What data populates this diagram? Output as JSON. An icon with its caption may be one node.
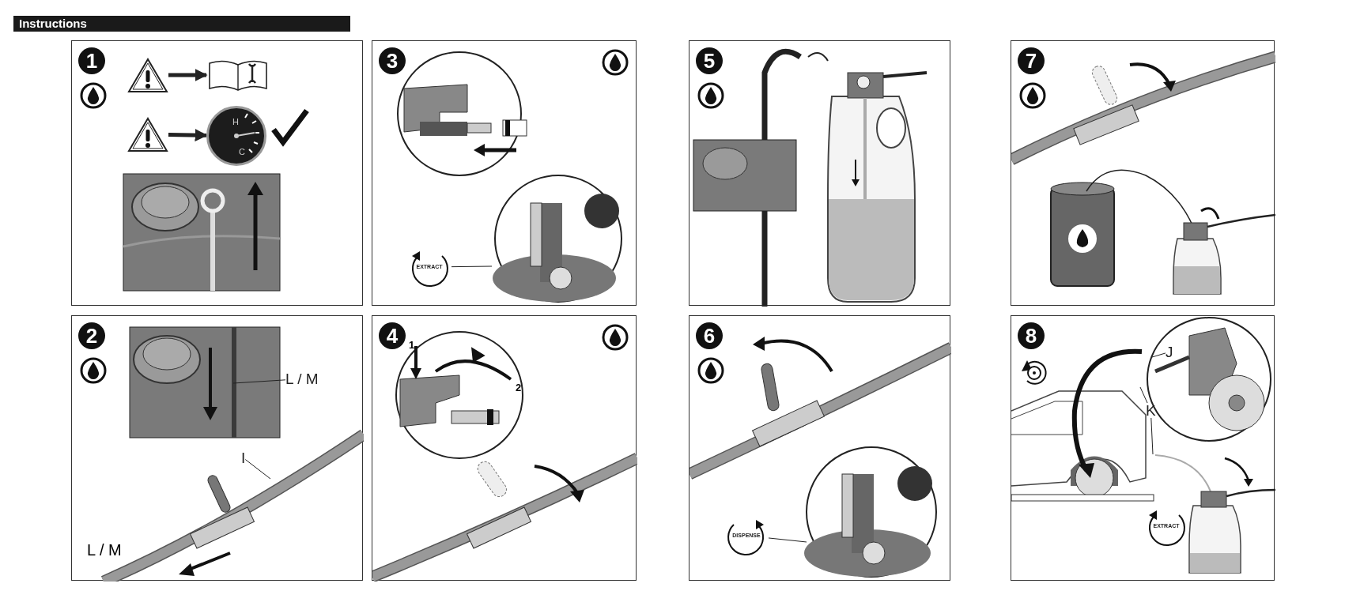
{
  "diagram": {
    "title": "Instructions",
    "nodes": [
      {
        "text": [
          "1"
        ]
      },
      {
        "text": [],
        "shape": "picture",
        "in": 0
      },
      {
        "text": [],
        "shape": "picture",
        "in": 0
      },
      {
        "text": [],
        "shape": "picture",
        "in": 0
      },
      {
        "text": [
          "H",
          "C"
        ],
        "in": 0
      },
      {
        "text": [
          "2"
        ]
      },
      {
        "text": [
          "L / M"
        ],
        "in": 5
      },
      {
        "text": [
          "I"
        ],
        "in": 5
      },
      {
        "text": [
          "3"
        ]
      },
      {
        "text": [
          "EXTRACT"
        ],
        "in": 8
      },
      {
        "text": [
          "4"
        ]
      },
      {
        "text": [
          "5"
        ]
      },
      {
        "text": [
          "6"
        ]
      },
      {
        "text": [
          "DISPENSE"
        ],
        "in": 12
      },
      {
        "text": [
          "7"
        ]
      },
      {
        "text": [
          "8"
        ]
      },
      {
        "text": [
          "J"
        ],
        "in": 15
      },
      {
        "text": [
          "K"
        ],
        "in": 15
      },
      {
        "text": [
          "EXTRACT"
        ],
        "in": 15
      }
    ],
    "edges": [
      {
        "from": 1,
        "to": 2,
        "arrow": "to",
        "style": "thick"
      },
      {
        "from": 3,
        "to": 4,
        "arrow": "to",
        "style": "thick"
      },
      {
        "from": 6,
        "to": null,
        "arrow": "none"
      },
      {
        "from": 7,
        "to": null,
        "arrow": "none"
      },
      {
        "from": 9,
        "to": null,
        "arrow": "none"
      },
      {
        "from": 13,
        "to": null,
        "arrow": "none"
      },
      {
        "from": 16,
        "to": null,
        "arrow": "none"
      },
      {
        "from": 17,
        "to": null,
        "arrow": "none"
      },
      {
        "from": 17,
        "to": null,
        "arrow": "none"
      }
    ],
    "labels": [
      "L / M",
      "1",
      "2"
    ]
  }
}
